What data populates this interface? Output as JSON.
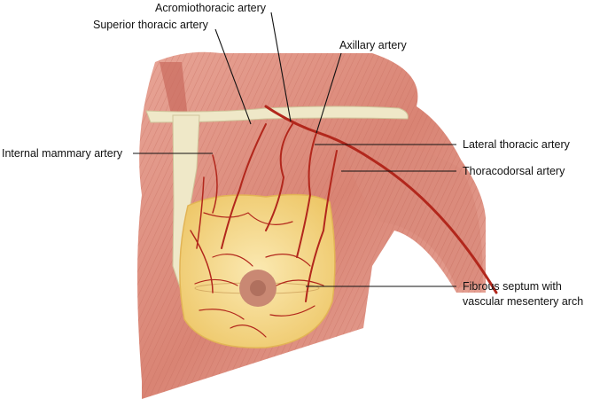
{
  "labels": {
    "acromiothoracic": "Acromiothoracic artery",
    "superior_thoracic": "Superior thoracic artery",
    "axillary": "Axillary artery",
    "internal_mammary": "Internal mammary artery",
    "lateral_thoracic": "Lateral thoracic artery",
    "thoracodorsal": "Thoracodorsal artery",
    "fibrous_septum_line1": "Fibrous septum with",
    "fibrous_septum_line2": "vascular mesentery arch"
  },
  "colors": {
    "muscle": "#d9897a",
    "muscle_dark": "#c0604f",
    "bone": "#efe8c8",
    "fat": "#f6dc8c",
    "artery": "#b2271c"
  }
}
